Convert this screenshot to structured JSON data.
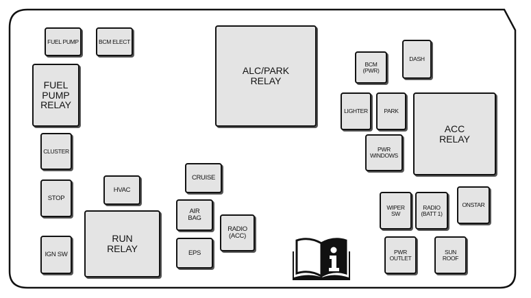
{
  "fuses": {
    "fuel_pump": "FUEL PUMP",
    "bcm_elect": "BCM ELECT",
    "cluster": "CLUSTER",
    "stop": "STOP",
    "ign_sw": "IGN SW",
    "hvac": "HVAC",
    "cruise": "CRUISE",
    "air_bag": "AIR\nBAG",
    "eps": "EPS",
    "radio_acc": "RADIO\n(ACC)",
    "bcm_pwr": "BCM\n(PWR)",
    "dash": "DASH",
    "lighter": "LIGHTER",
    "park": "PARK",
    "pwr_windows": "PWR\nWINDOWS",
    "wiper_sw": "WIPER\nSW",
    "radio_batt1": "RADIO\n(BATT 1)",
    "onstar": "ONSTAR",
    "pwr_outlet": "PWR\nOUTLET",
    "sun_roof": "SUN\nROOF"
  },
  "relays": {
    "fuel_pump_relay": "FUEL\nPUMP\nRELAY",
    "alc_park_relay": "ALC/PARK\nRELAY",
    "acc_relay": "ACC\nRELAY",
    "run_relay": "RUN\nRELAY"
  },
  "icons": {
    "manual": "info-book-icon"
  }
}
